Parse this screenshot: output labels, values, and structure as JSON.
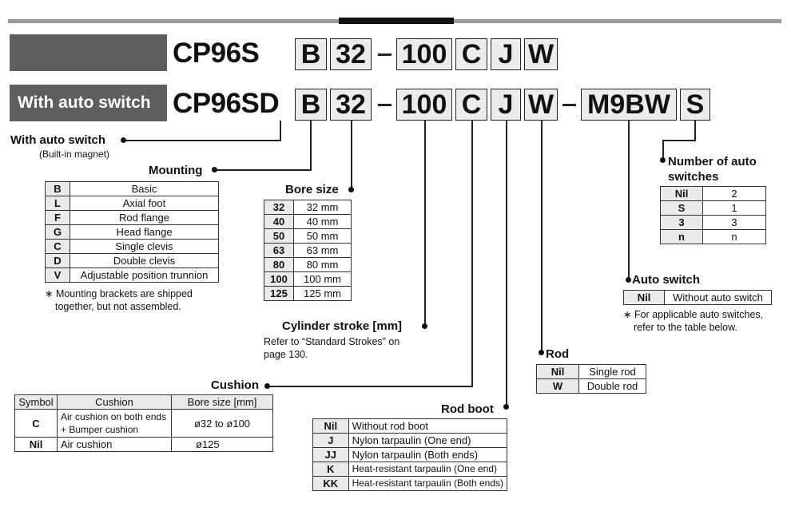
{
  "models": {
    "row1_label": "",
    "row2_label": "With auto switch",
    "row1_model": "CP96S",
    "row2_model": "CP96SD",
    "row1_codes": [
      "B",
      "32",
      "100",
      "C",
      "J",
      "W"
    ],
    "row2_codes": [
      "B",
      "32",
      "100",
      "C",
      "J",
      "W",
      "M9BW",
      "S"
    ]
  },
  "with_auto_switch": {
    "label": "With auto switch",
    "note": "(Built-in magnet)"
  },
  "mounting": {
    "label": "Mounting",
    "rows": [
      {
        "code": "B",
        "desc": "Basic"
      },
      {
        "code": "L",
        "desc": "Axial foot"
      },
      {
        "code": "F",
        "desc": "Rod flange"
      },
      {
        "code": "G",
        "desc": "Head flange"
      },
      {
        "code": "C",
        "desc": "Single clevis"
      },
      {
        "code": "D",
        "desc": "Double clevis"
      },
      {
        "code": "V",
        "desc": "Adjustable position trunnion"
      }
    ],
    "note_line1": "∗  Mounting brackets are shipped",
    "note_line2": "together, but not assembled."
  },
  "bore_size": {
    "label": "Bore size",
    "rows": [
      {
        "code": "32",
        "desc": "32 mm"
      },
      {
        "code": "40",
        "desc": "40 mm"
      },
      {
        "code": "50",
        "desc": "50 mm"
      },
      {
        "code": "63",
        "desc": "63 mm"
      },
      {
        "code": "80",
        "desc": "80 mm"
      },
      {
        "code": "100",
        "desc": "100 mm"
      },
      {
        "code": "125",
        "desc": "125 mm"
      }
    ]
  },
  "cylinder_stroke": {
    "label": "Cylinder stroke [mm]",
    "note_line1": "Refer to “Standard Strokes” on",
    "note_line2": "page 130."
  },
  "cushion": {
    "label": "Cushion",
    "headers": [
      "Symbol",
      "Cushion",
      "Bore size [mm]"
    ],
    "rows": [
      {
        "symbol": "C",
        "desc_line1": "Air cushion on both ends",
        "desc_line2": "+ Bumper cushion",
        "bore": "ø32 to ø100"
      },
      {
        "symbol": "Nil",
        "desc_line1": "Air cushion",
        "desc_line2": "",
        "bore": "ø125"
      }
    ]
  },
  "rod_boot": {
    "label": "Rod boot",
    "rows": [
      {
        "code": "Nil",
        "desc": "Without rod boot"
      },
      {
        "code": "J",
        "desc": "Nylon tarpaulin (One end)"
      },
      {
        "code": "JJ",
        "desc": "Nylon tarpaulin (Both ends)"
      },
      {
        "code": "K",
        "desc": "Heat-resistant tarpaulin (One end)"
      },
      {
        "code": "KK",
        "desc": "Heat-resistant tarpaulin (Both ends)"
      }
    ]
  },
  "rod": {
    "label": "Rod",
    "rows": [
      {
        "code": "Nil",
        "desc": "Single rod"
      },
      {
        "code": "W",
        "desc": "Double rod"
      }
    ]
  },
  "auto_switch": {
    "label": "Auto switch",
    "rows": [
      {
        "code": "Nil",
        "desc": "Without auto switch"
      }
    ],
    "note_line1": "∗  For applicable auto switches,",
    "note_line2": "refer to the table below."
  },
  "number_of_switches": {
    "label_line1": "Number of auto",
    "label_line2": "switches",
    "rows": [
      {
        "code": "Nil",
        "desc": "2"
      },
      {
        "code": "S",
        "desc": "1"
      },
      {
        "code": "3",
        "desc": "3"
      },
      {
        "code": "n",
        "desc": "n"
      }
    ]
  }
}
